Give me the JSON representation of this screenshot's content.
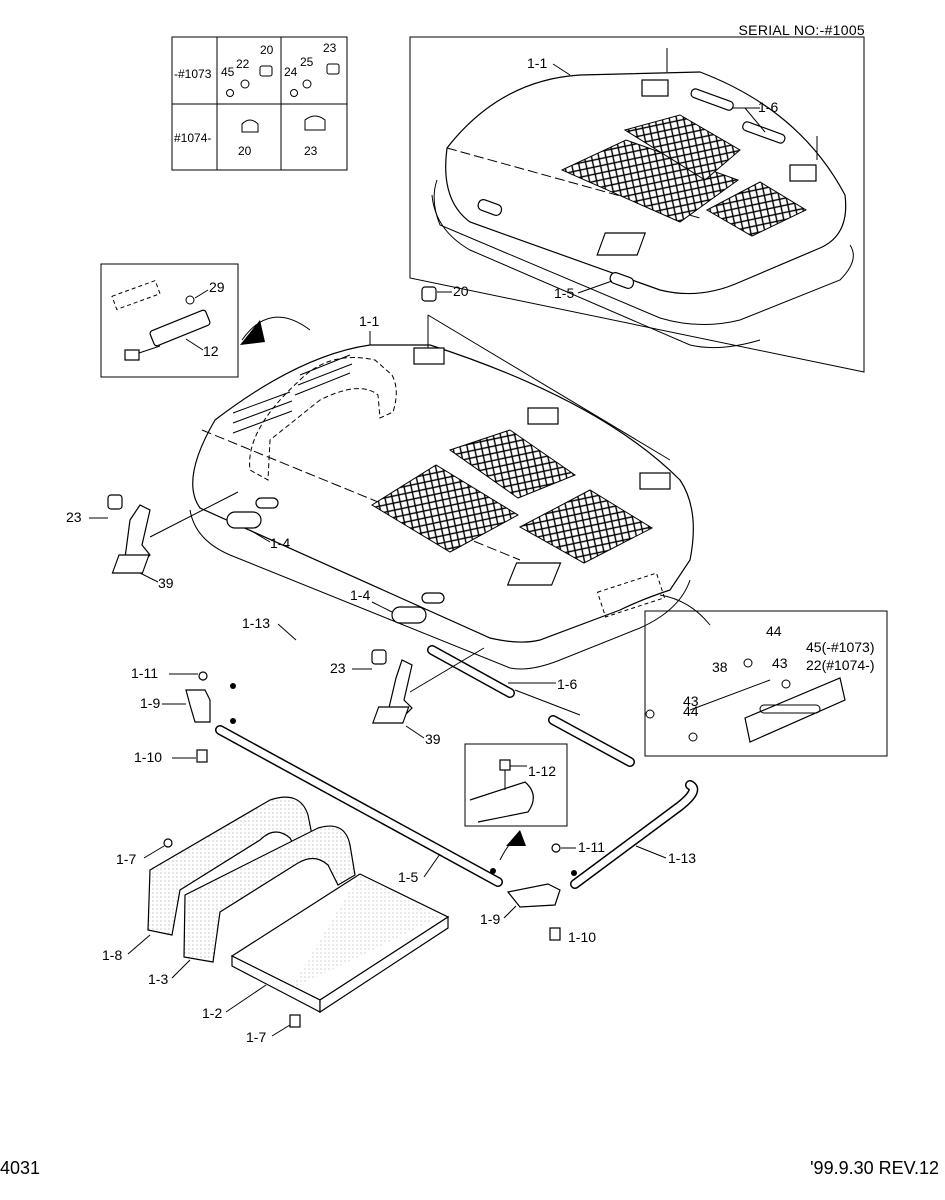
{
  "header": {
    "serial": "SERIAL NO:-#1005"
  },
  "footer": {
    "page_number": "4031",
    "revision": "'99.9.30 REV.12"
  },
  "table": {
    "row1_label": "-#1073",
    "row2_label": "#1074-",
    "r1c1": [
      "45",
      "22",
      "20"
    ],
    "r1c2": [
      "24",
      "25",
      "23"
    ],
    "r2c1": "20",
    "r2c2": "23"
  },
  "callouts": {
    "p20": "20",
    "p29": "29",
    "p12": "12",
    "p23a": "23",
    "p39a": "39",
    "p1_1_top": "1-1",
    "p1_6_top": "1-6",
    "p1_5_top": "1-5",
    "p1_1_main": "1-1",
    "p1_4a": "1-4",
    "p1_4b": "1-4",
    "p1_13a": "1-13",
    "p1_11a": "1-11",
    "p1_9a": "1-9",
    "p1_10a": "1-10",
    "p23b": "23",
    "p39b": "39",
    "p1_6_main": "1-6",
    "p1_12": "1-12",
    "p1_7a": "1-7",
    "p1_8": "1-8",
    "p1_3": "1-3",
    "p1_5_main": "1-5",
    "p1_2": "1-2",
    "p1_7b": "1-7",
    "p1_9b": "1-9",
    "p1_10b": "1-10",
    "p1_11b": "1-11",
    "p1_13b": "1-13",
    "p44a": "44",
    "p43a": "43",
    "p38": "38",
    "p44b": "44",
    "p43b": "43",
    "p45": "45(-#1073)",
    "p22": "22(#1074-)"
  }
}
